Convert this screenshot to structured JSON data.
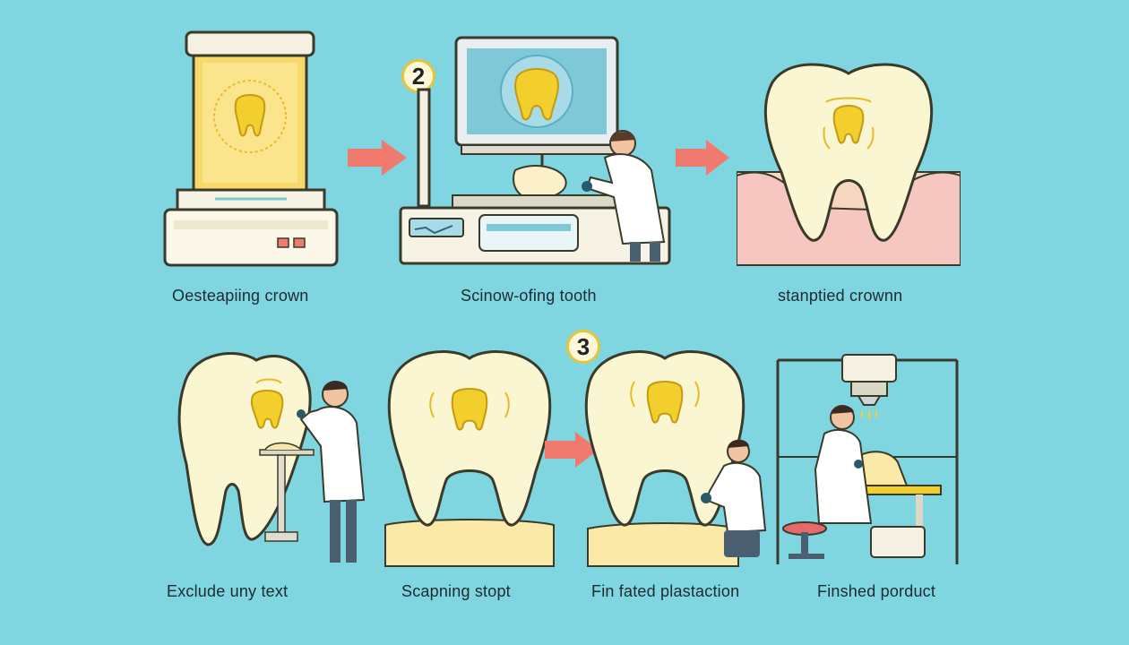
{
  "steps": [
    {
      "caption": "Oesteapiing crown"
    },
    {
      "caption": "Scinow-ofing tooth",
      "badge": "2"
    },
    {
      "caption": "stanptied crownn"
    },
    {
      "caption": "Exclude uny text"
    },
    {
      "caption": "Scapning stopt"
    },
    {
      "caption": "Fin fated plastaction",
      "badge": "3"
    },
    {
      "caption": "Finshed porduct"
    }
  ],
  "colors": {
    "background": "#7fd6e0",
    "arrow": "#f07a6e",
    "tooth": "#fbf6d2",
    "tooth_outline": "#3a3a2a",
    "tooth_center": "#f3cf2e",
    "gum": "#f6c6c0",
    "coat": "#ffffff"
  },
  "icons": [
    "arrow-right-icon",
    "tooth-icon",
    "dentist-figure-icon",
    "machine-icon"
  ]
}
